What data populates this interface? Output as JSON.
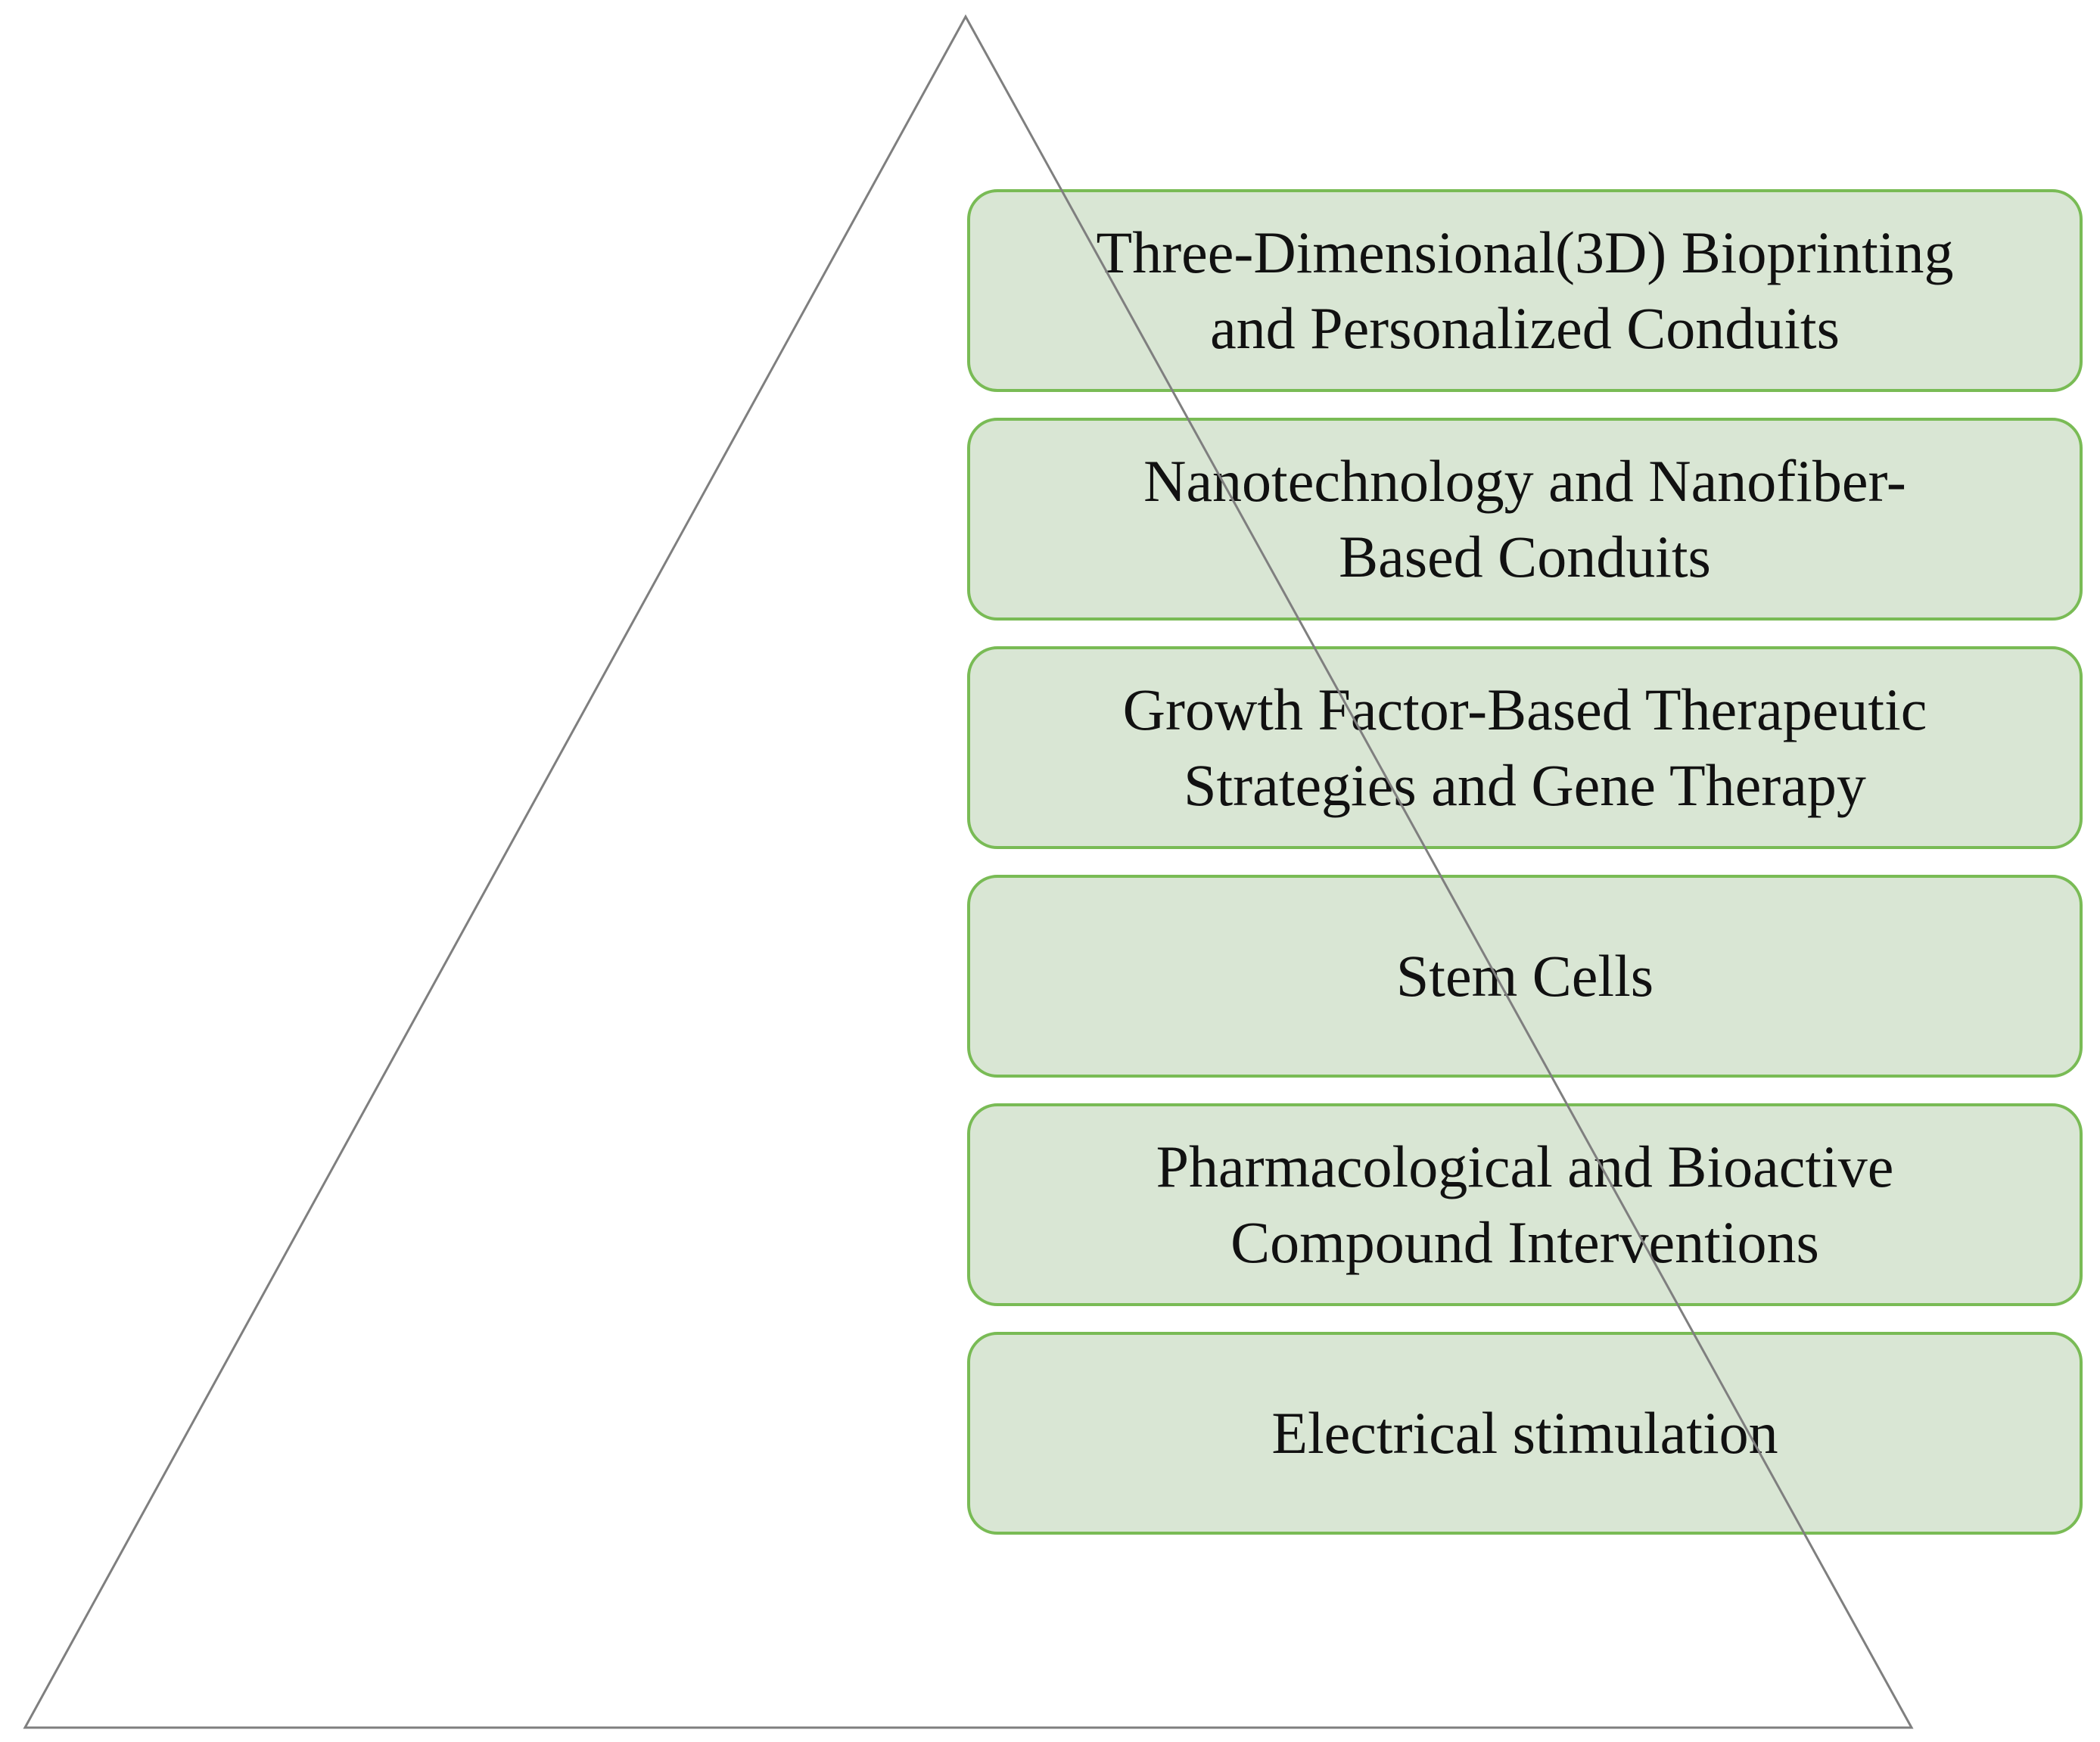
{
  "diagram": {
    "tiers": [
      {
        "label": "Three-Dimensional(3D) Bioprinting\nand Personalized Conduits"
      },
      {
        "label": "Nanotechnology and Nanofiber-\nBased Conduits"
      },
      {
        "label": "Growth Factor-Based Therapeutic\nStrategies and  Gene Therapy"
      },
      {
        "label": "Stem Cells"
      },
      {
        "label": "Pharmacological and Bioactive\nCompound Interventions"
      },
      {
        "label": "Electrical stimulation"
      }
    ],
    "colors": {
      "box_fill": "#d9e6d4",
      "box_border": "#79bb55",
      "pyramid_line": "#7f7f7f",
      "text": "#111111"
    }
  }
}
